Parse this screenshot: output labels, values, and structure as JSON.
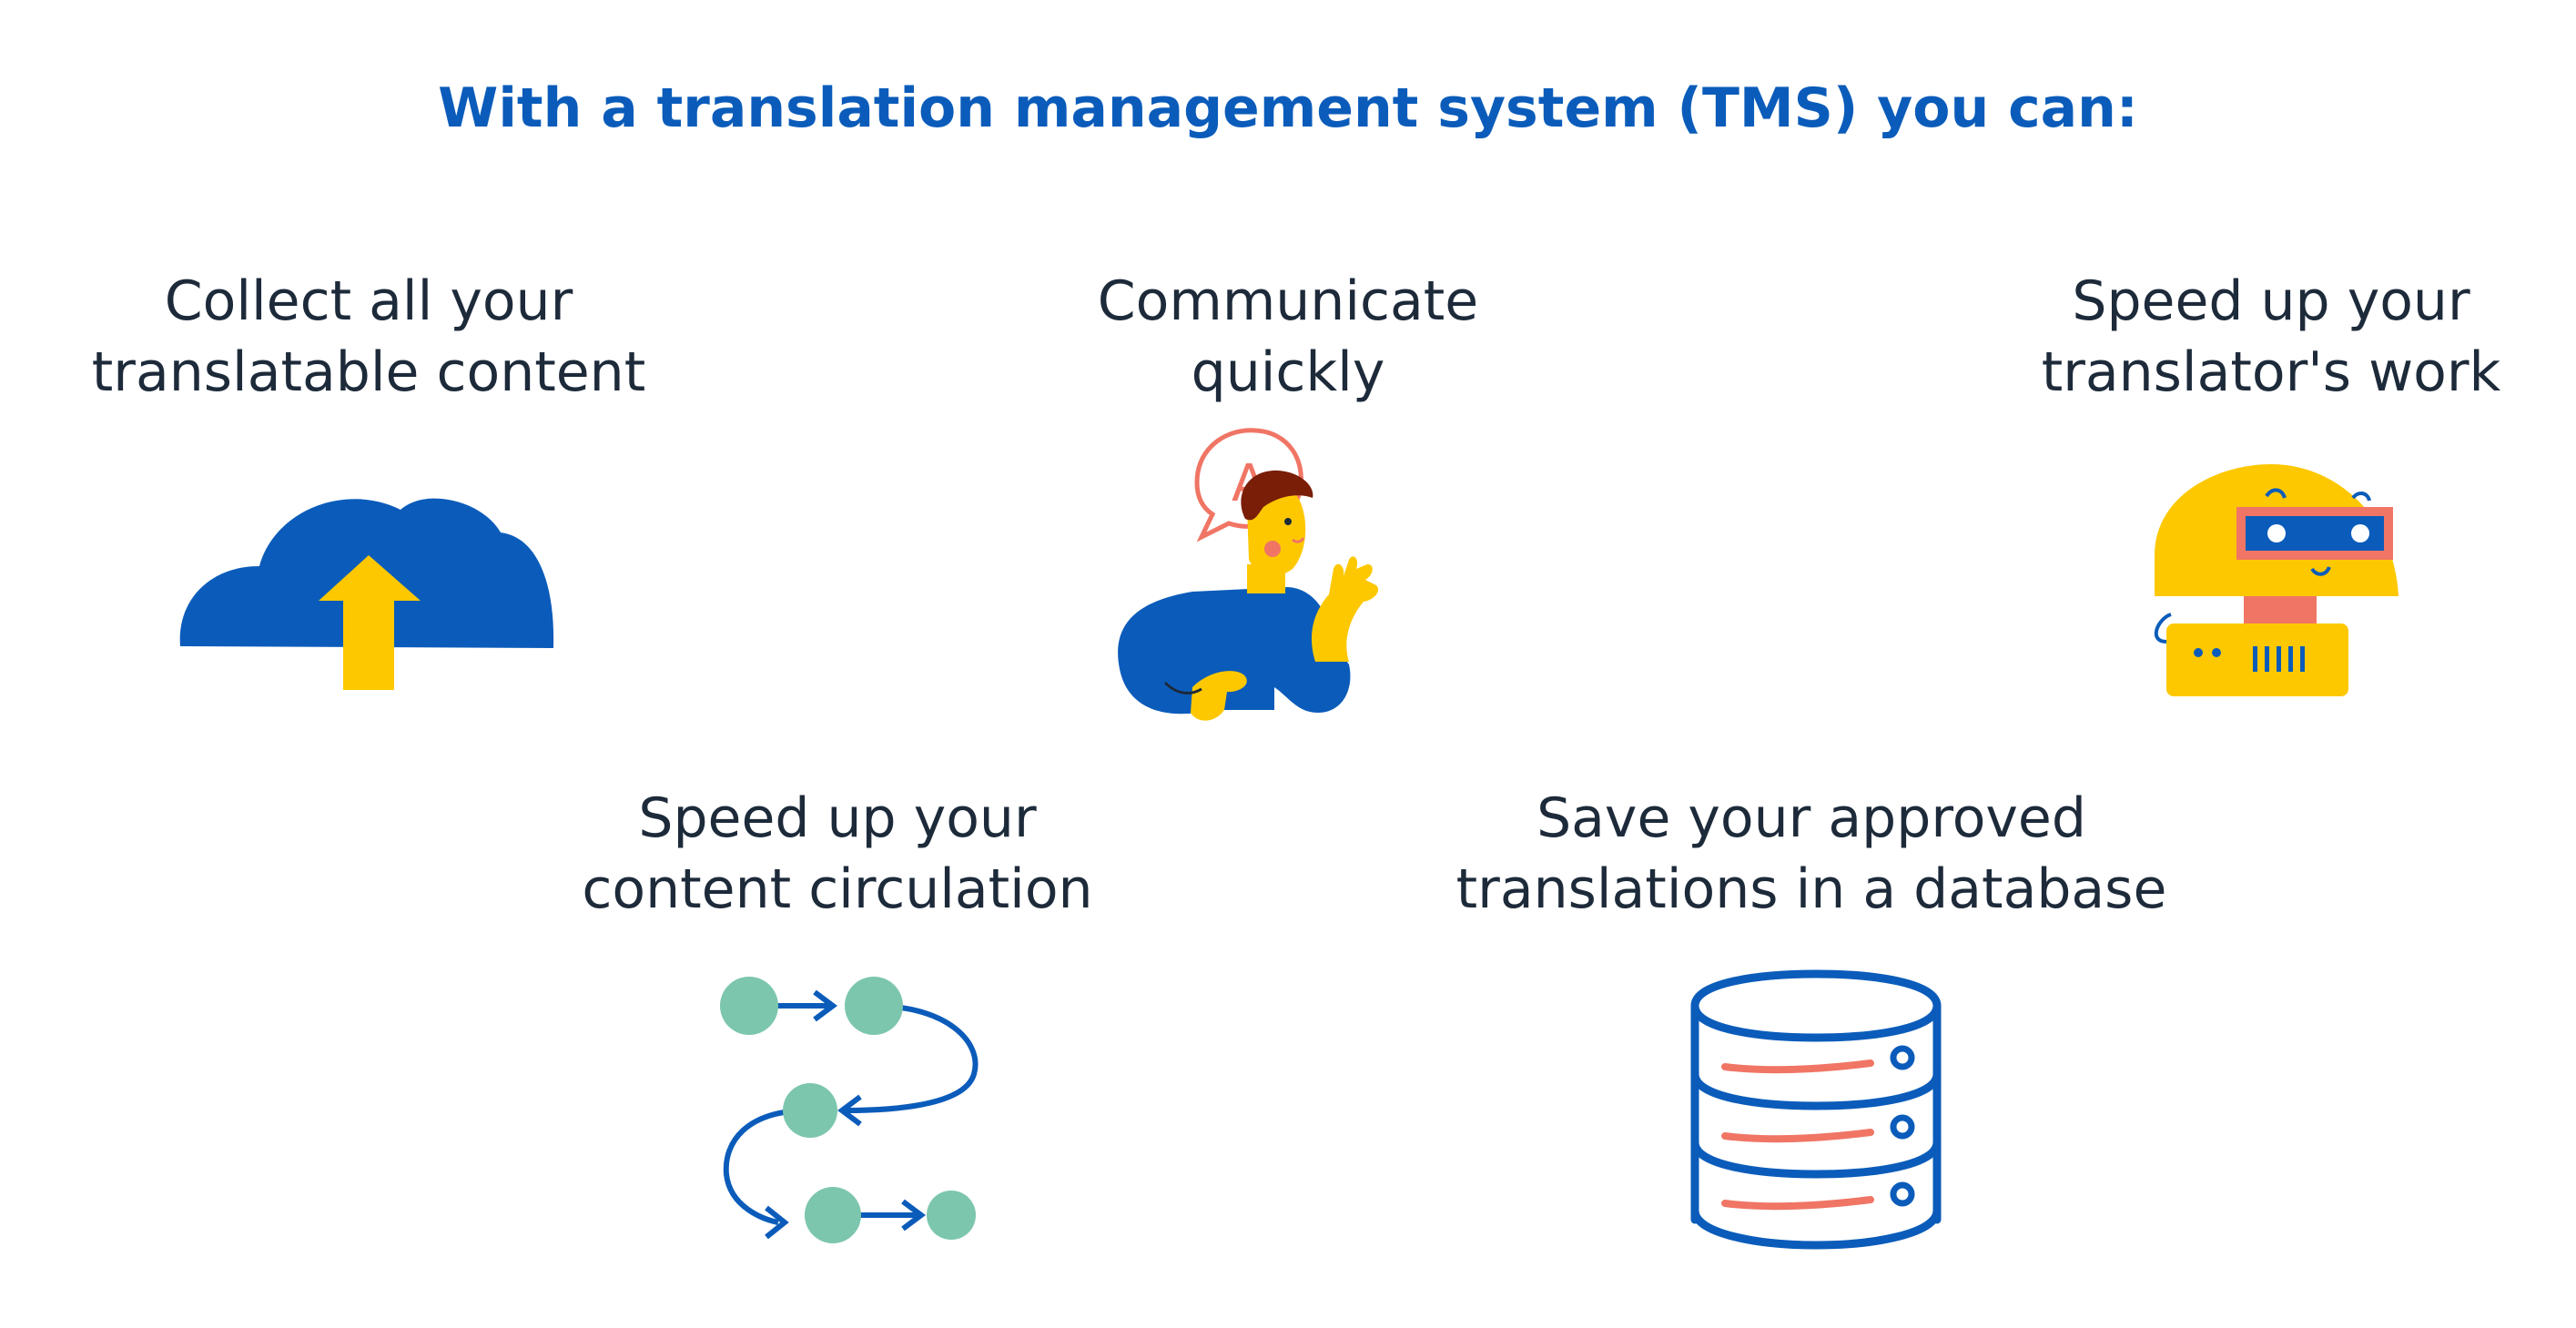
{
  "title": "With a translation management system (TMS) you can:",
  "features": [
    {
      "line1": "Collect all your",
      "line2": "translatable content",
      "icon": "cloud-upload-icon"
    },
    {
      "line1": "Communicate",
      "line2": "quickly",
      "icon": "person-speech-icon",
      "bubble_letter": "A"
    },
    {
      "line1": "Speed up your",
      "line2": "translator's work",
      "icon": "robot-icon"
    },
    {
      "line1": "Speed up your",
      "line2": "content circulation",
      "icon": "workflow-icon"
    },
    {
      "line1": "Save your approved",
      "line2": "translations in a database",
      "icon": "database-icon"
    }
  ],
  "colors": {
    "title": "#0b5cba",
    "text": "#1d2a3a",
    "blue": "#0b5cba",
    "yellow": "#fdc800",
    "teal": "#7cc6ad",
    "coral": "#f07565",
    "brown": "#7a1e08"
  }
}
